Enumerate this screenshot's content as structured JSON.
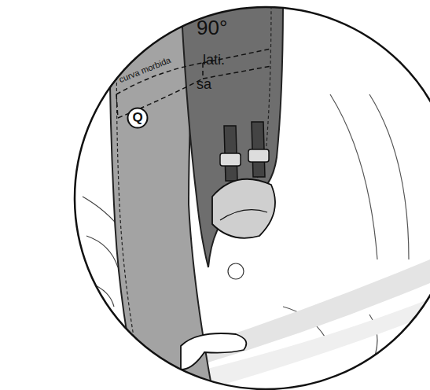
{
  "diagram": {
    "nodes": [
      {
        "text": [
          "Q"
        ]
      }
    ],
    "labels": [
      "lati.",
      "sa",
      "90°",
      "curva morbida"
    ]
  }
}
